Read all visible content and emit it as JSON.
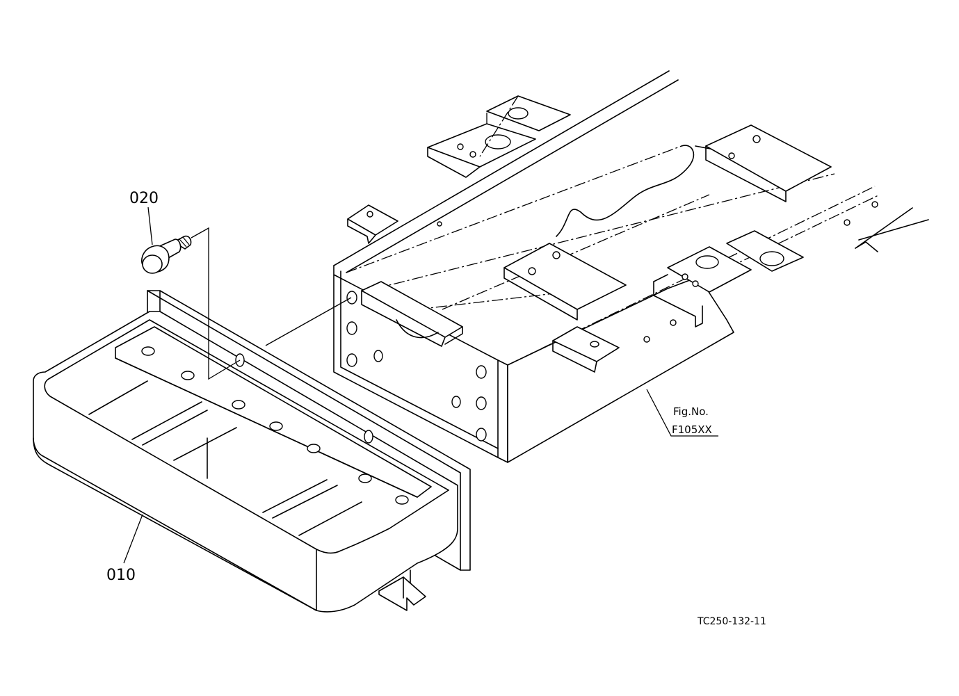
{
  "callouts": {
    "part_020": "020",
    "part_010": "010"
  },
  "figure_reference": {
    "line1": "Fig.No.",
    "line2": "F105XX"
  },
  "drawing_code": "TC250-132-11"
}
